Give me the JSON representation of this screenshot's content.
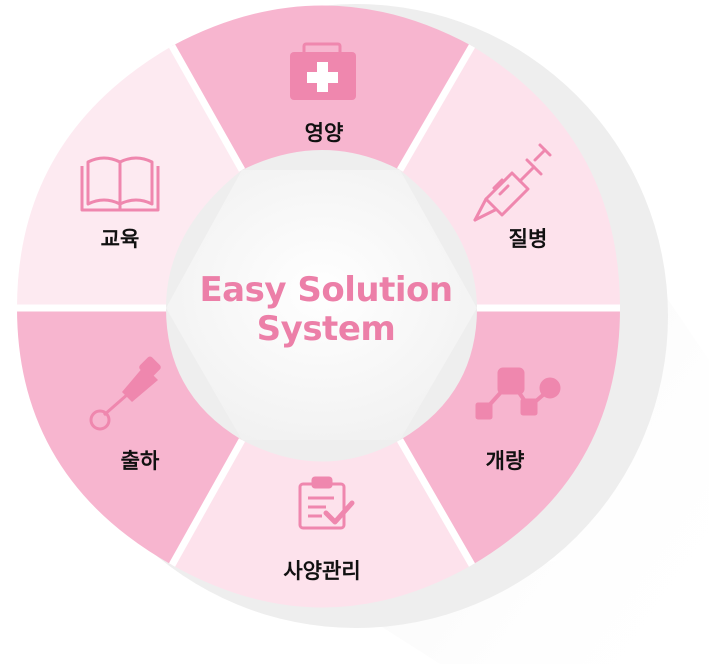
{
  "center": {
    "line1": "Easy Solution",
    "line2": "System"
  },
  "segments": [
    {
      "id": "top",
      "label": "영양",
      "icon": "medical-kit-icon"
    },
    {
      "id": "upper-right",
      "label": "질병",
      "icon": "syringe-icon"
    },
    {
      "id": "lower-right",
      "label": "개량",
      "icon": "node-chart-icon"
    },
    {
      "id": "bottom",
      "label": "사양관리",
      "icon": "clipboard-check-icon"
    },
    {
      "id": "lower-left",
      "label": "출하",
      "icon": "pin-icon"
    },
    {
      "id": "upper-left",
      "label": "교육",
      "icon": "open-book-icon"
    }
  ],
  "colors": {
    "segment_dark": "#f7b5cf",
    "segment_light": "#fde2ec",
    "segment_lightest": "#fdeaf1",
    "icon": "#ef87ae",
    "title": "#ec7fa8",
    "label": "#111111",
    "shadow": "#e6e6e6"
  }
}
